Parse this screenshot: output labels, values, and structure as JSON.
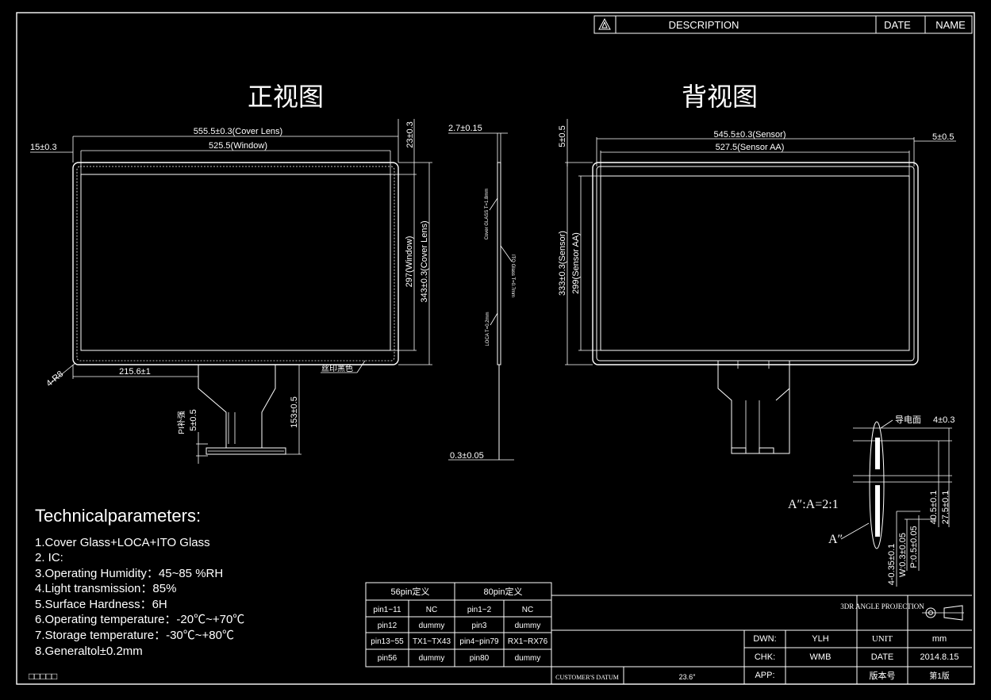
{
  "revision_block": {
    "description": "DESCRIPTION",
    "date": "DATE",
    "name": "NAME"
  },
  "views": {
    "front_title": "正视图",
    "back_title": "背视图"
  },
  "front_dims": {
    "cover_width": "555.5±0.3(Cover Lens)",
    "window_width": "525.5(Window)",
    "offset_left": "15±0.3",
    "offset_top": "23±0.3",
    "window_height": "297(Window)",
    "cover_height": "343±0.3(Cover Lens)",
    "corner_radius": "4-R8",
    "tail_offset": "215.6±1",
    "silk_print": "丝印黑色",
    "tail_length": "153±0.5",
    "stiffener": "PI补强",
    "stiffener_dim": "5±0.5"
  },
  "side_dims": {
    "thickness": "2.7±0.15",
    "fpc_thickness": "0.3±0.05",
    "cover_glass_label": "Cover GLASS T=1.8mm",
    "ito_label": "ITO Glass T=0.7mm",
    "loca_label": "LOCA T=0.2mm"
  },
  "back_dims": {
    "sensor_width": "545.5±0.3(Sensor)",
    "sensor_aa_width": "527.5(Sensor AA)",
    "offset_top": "5±0.5",
    "offset_right": "5±0.5",
    "sensor_height": "333±0.3(Sensor)",
    "sensor_aa_height": "299(Sensor AA)"
  },
  "detail": {
    "conductive_face": "导电面",
    "stiffener_thickness": "4±0.3",
    "scale_label": "A″:A=2:1",
    "marker": "A″",
    "dim_a": "40.5±0.1",
    "dim_b": "27.5±0.1",
    "pitch": "P:0.5±0.05",
    "width": "W:0.3±0.05",
    "edge": "4-0.35±0.1"
  },
  "tech": {
    "title": "Technicalparameters:",
    "lines": [
      "1.Cover Glass+LOCA+ITO Glass",
      "2. IC:",
      "3.Operating Humidity：45~85 %RH",
      "4.Light transmission：85%",
      "5.Surface Hardness：6H",
      "6.Operating temperature：-20℃~+70℃",
      "7.Storage temperature：-30℃~+80℃",
      "8.Generaltol±0.2mm"
    ]
  },
  "pin_table": {
    "headers": [
      "56pin定义",
      "80pin定义"
    ],
    "rows": [
      [
        "pin1~11",
        "NC",
        "pin1~2",
        "NC"
      ],
      [
        "pin12",
        "dummy",
        "pin3",
        "dummy"
      ],
      [
        "pin13~55",
        "TX1~TX43",
        "pin4~pin79",
        "RX1~RX76"
      ],
      [
        "pin56",
        "dummy",
        "pin80",
        "dummy"
      ]
    ]
  },
  "title_block": {
    "projection": "3DR ANGLE PROJECTION",
    "dwn_label": "DWN:",
    "dwn_value": "YLH",
    "unit_label": "UNIT",
    "unit_value": "mm",
    "chk_label": "CHK:",
    "chk_value": "WMB",
    "date_label": "DATE",
    "date_value": "2014.8.15",
    "app_label": "APP:",
    "version_label": "版本号",
    "version_value": "第1版",
    "customer_datum": "CUSTOMER'S DATUM",
    "size": "23.6″"
  },
  "footer_mark": "□□□□□"
}
